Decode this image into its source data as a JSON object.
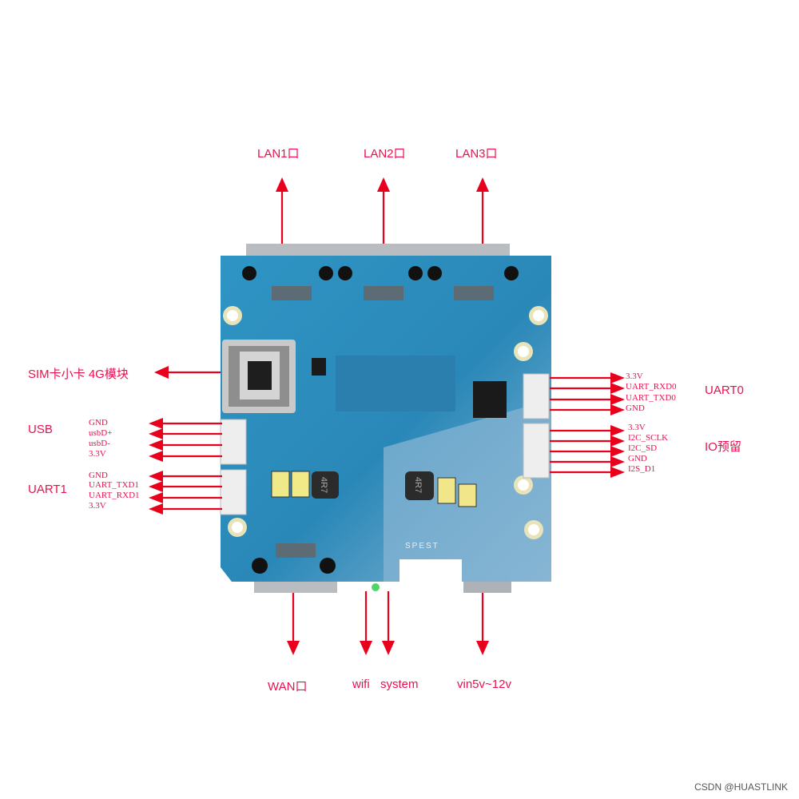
{
  "colors": {
    "annotation": "#e8114e",
    "arrow": "#e8001c",
    "pcb": "#2a8fbf",
    "pcb_light": "#7fb3d4"
  },
  "top_ports": [
    "LAN1口",
    "LAN2口",
    "LAN3口"
  ],
  "sim_label": "SIM卡小卡 4G模块",
  "usb": {
    "title": "USB",
    "pins": [
      "GND",
      "usbD+",
      "usbD-",
      "3.3V"
    ]
  },
  "uart1": {
    "title": "UART1",
    "pins": [
      "GND",
      "UART_TXD1",
      "UART_RXD1",
      "3.3V"
    ]
  },
  "uart0": {
    "title": "UART0",
    "pins": [
      "3.3V",
      "UART_RXD0",
      "UART_TXD0",
      "GND"
    ]
  },
  "io": {
    "title": "IO预留",
    "pins": [
      "3.3V",
      "I2C_SCLK",
      "I2C_SD",
      "GND",
      "I2S_D1"
    ]
  },
  "bottom": {
    "wan": "WAN口",
    "wifi": "wifi",
    "system": "system",
    "vin": "vin5v~12v"
  },
  "pcb_markings": {
    "inductor_left": "4R7",
    "inductor_right": "4R7",
    "silkscreen": "SPEST"
  },
  "watermark": "CSDN @HUASTLINK"
}
